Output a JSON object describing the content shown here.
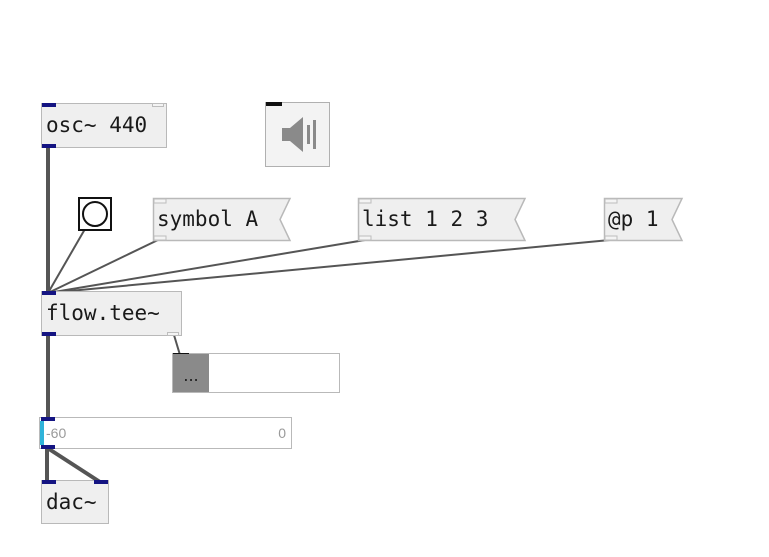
{
  "patch": {
    "objects": {
      "osc": "osc~ 440",
      "flow_tee": "flow.tee~",
      "dac": "dac~"
    },
    "messages": {
      "symbol_a": "symbol A",
      "list_123": "list 1 2 3",
      "at_p_1": "@p 1"
    },
    "slider": {
      "knob_label": "..."
    },
    "level_meter": {
      "min_label": "-60",
      "max_label": "0",
      "level_color": "#2fb3d9"
    },
    "icons": {
      "bang": "bang-icon",
      "speaker": "speaker-icon"
    },
    "colors": {
      "inlet": "#141482",
      "object_fill": "#efefef",
      "signal_wire": "#555555"
    }
  }
}
